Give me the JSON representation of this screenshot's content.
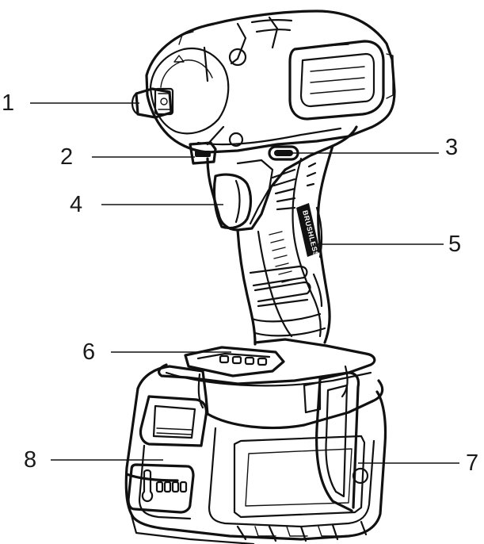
{
  "callouts": [
    {
      "id": "1",
      "label": "1"
    },
    {
      "id": "2",
      "label": "2"
    },
    {
      "id": "3",
      "label": "3"
    },
    {
      "id": "4",
      "label": "4"
    },
    {
      "id": "5",
      "label": "5"
    },
    {
      "id": "6",
      "label": "6"
    },
    {
      "id": "7",
      "label": "7"
    },
    {
      "id": "8",
      "label": "8"
    }
  ],
  "grip_branding": "BRUSHLESS",
  "colors": {
    "ink": "#111111",
    "paper": "#ffffff"
  }
}
